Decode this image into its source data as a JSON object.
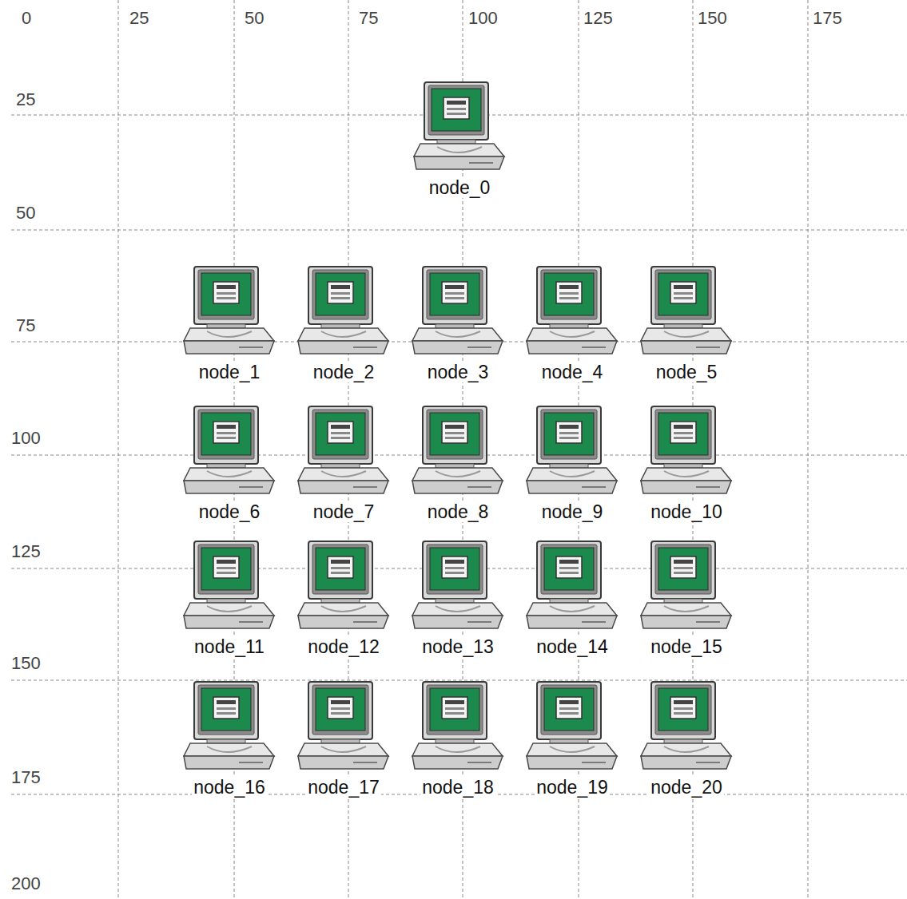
{
  "diagram": {
    "nodes": [
      {
        "text": [
          "node_0"
        ]
      },
      {
        "text": [
          "node_1"
        ]
      },
      {
        "text": [
          "node_2"
        ]
      },
      {
        "text": [
          "node_3"
        ]
      },
      {
        "text": [
          "node_4"
        ]
      },
      {
        "text": [
          "node_5"
        ]
      },
      {
        "text": [
          "node_6"
        ]
      },
      {
        "text": [
          "node_7"
        ]
      },
      {
        "text": [
          "node_8"
        ]
      },
      {
        "text": [
          "node_9"
        ]
      },
      {
        "text": [
          "node_10"
        ]
      },
      {
        "text": [
          "node_11"
        ]
      },
      {
        "text": [
          "node_12"
        ]
      },
      {
        "text": [
          "node_13"
        ]
      },
      {
        "text": [
          "node_14"
        ]
      },
      {
        "text": [
          "node_15"
        ]
      },
      {
        "text": [
          "node_16"
        ]
      },
      {
        "text": [
          "node_17"
        ]
      },
      {
        "text": [
          "node_18"
        ]
      },
      {
        "text": [
          "node_19"
        ]
      },
      {
        "text": [
          "node_20"
        ]
      }
    ],
    "labels": [
      "0",
      "25",
      "50",
      "75",
      "100",
      "125",
      "150",
      "175",
      "25",
      "50",
      "75",
      "100",
      "125",
      "150",
      "175",
      "200"
    ]
  }
}
